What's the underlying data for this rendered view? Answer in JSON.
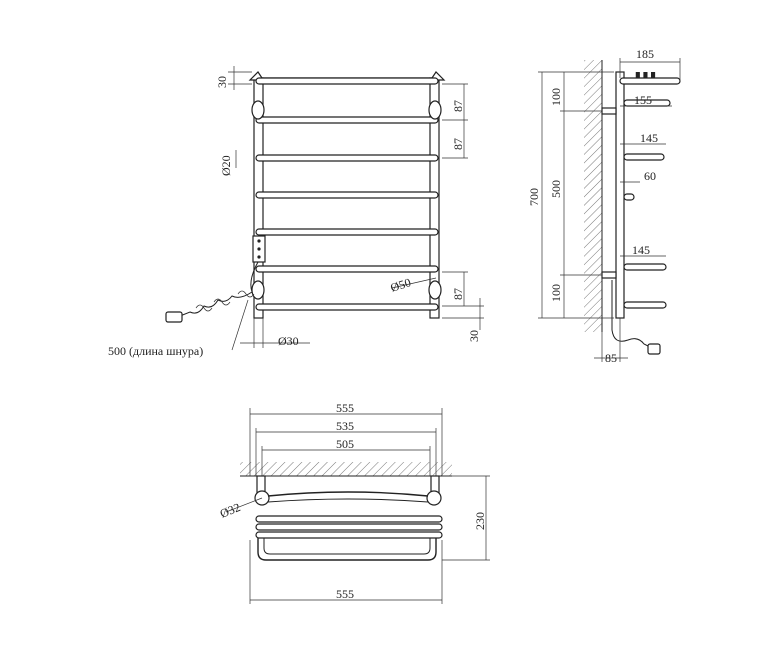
{
  "colors": {
    "line": "#222222",
    "background": "#ffffff",
    "hatch": "#444444"
  },
  "front_view": {
    "top_offset": "30",
    "spacing_1": "87",
    "spacing_2": "87",
    "tube_diameter": "Ø20",
    "collector_diameter": "Ø50",
    "spacing_bottom": "87",
    "bottom_offset": "30",
    "collector_width": "Ø30",
    "cord_length": "500 (длина шнура)"
  },
  "side_view": {
    "depth_total": "185",
    "depth_1": "155",
    "depth_2": "145",
    "depth_3": "60",
    "depth_4": "145",
    "height_total": "700",
    "mount_distance": "500",
    "top_mount": "100",
    "bottom_mount": "100",
    "wall_offset": "85"
  },
  "top_view": {
    "width_outer": "555",
    "width_mid": "535",
    "width_inner": "505",
    "pipe_diameter": "Ø32",
    "depth": "230",
    "width_bottom": "555"
  }
}
